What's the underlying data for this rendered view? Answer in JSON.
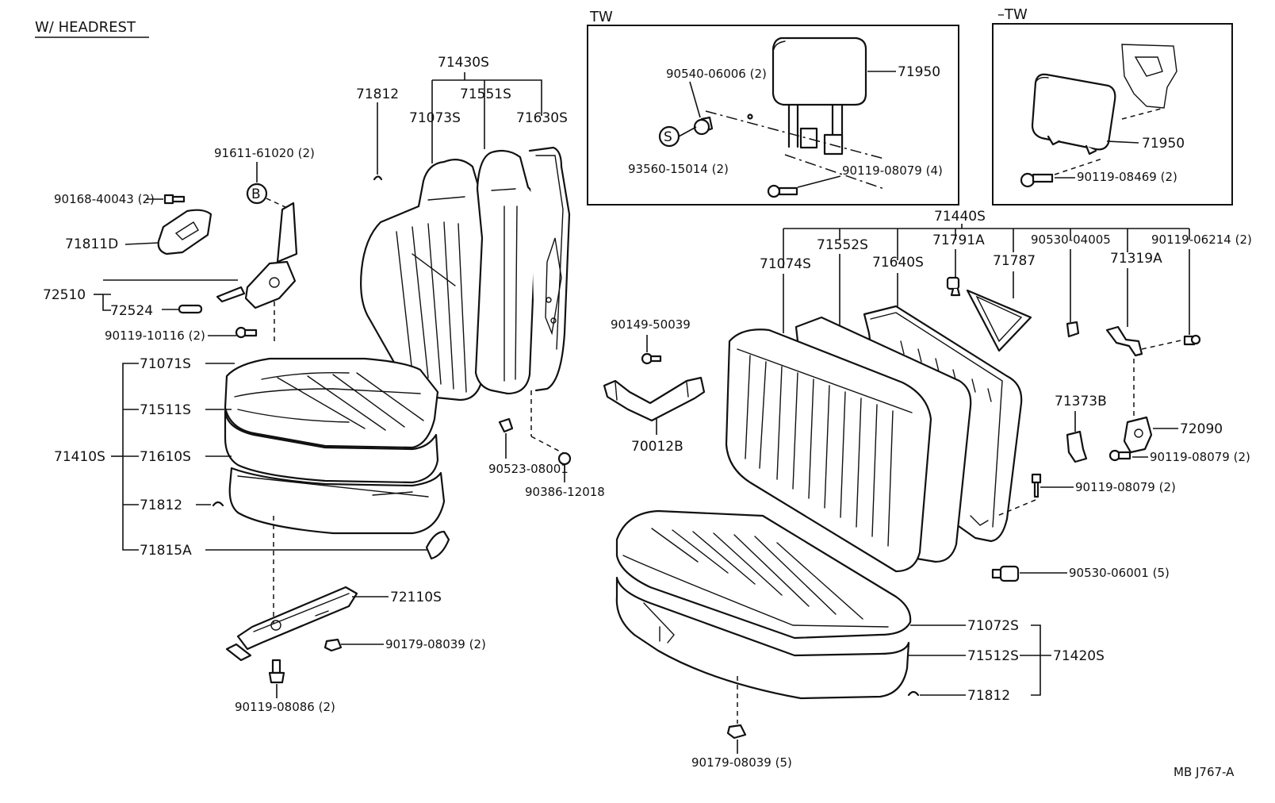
{
  "title": "W/ HEADREST",
  "drawing_code": "MB  J767-A",
  "insets": {
    "tw": {
      "title": "TW"
    },
    "no_tw": {
      "title": "–TW"
    }
  },
  "labels": {
    "p71430S": "71430S",
    "p71812_top": "71812",
    "p71073S": "71073S",
    "p71551S": "71551S",
    "p71630S": "71630S",
    "p91611": "91611-61020 (2)",
    "p90168": "90168-40043 (2)",
    "p71811D": "71811D",
    "p72510": "72510",
    "p72524": "72524",
    "p90119_10116": "90119-10116 (2)",
    "p71071S": "71071S",
    "p71511S": "71511S",
    "p71410S": "71410S",
    "p71610S": "71610S",
    "p71812_left": "71812",
    "p71815A": "71815A",
    "p72110S": "72110S",
    "p90179_left": "90179-08039 (2)",
    "p90119_08086": "90119-08086 (2)",
    "p90523": "90523-08001",
    "p90386": "90386-12018",
    "p90540": "90540-06006 (2)",
    "p71950_tw": "71950",
    "p93560": "93560-15014 (2)",
    "p90119_08079_tw": "90119-08079 (4)",
    "p71950_ntw": "71950",
    "p90119_08469": "90119-08469 (2)",
    "p71440S": "71440S",
    "p71552S": "71552S",
    "p71791A": "71791A",
    "p90530_04005": "90530-04005",
    "p90119_06214": "90119-06214 (2)",
    "p71074S": "71074S",
    "p71640S": "71640S",
    "p71787": "71787",
    "p71319A": "71319A",
    "p90149": "90149-50039",
    "p70012B": "70012B",
    "p71373B": "71373B",
    "p72090": "72090",
    "p90119_08079_a": "90119-08079 (2)",
    "p90119_08079_b": "90119-08079 (2)",
    "p90530_06001": "90530-06001 (5)",
    "p71072S": "71072S",
    "p71512S": "71512S",
    "p71420S": "71420S",
    "p71812_right": "71812",
    "p90179_right": "90179-08039 (5)"
  },
  "callouts": {
    "b": "B",
    "s": "S"
  }
}
